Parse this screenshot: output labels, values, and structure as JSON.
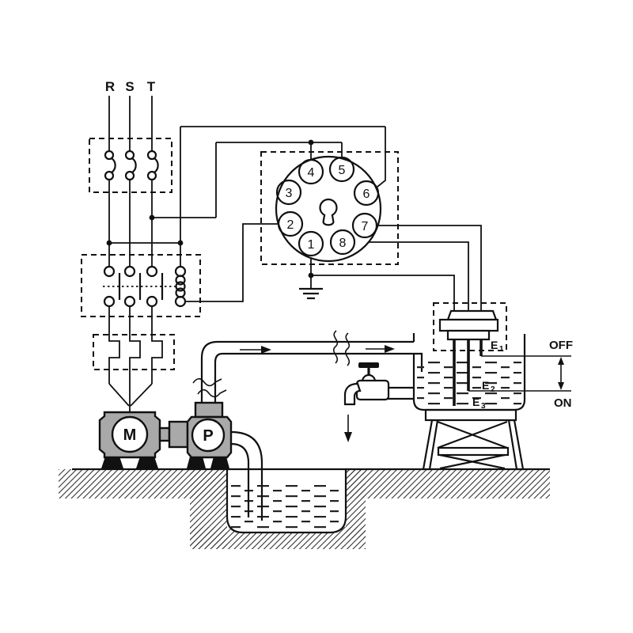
{
  "diagram": {
    "phases": {
      "r": "R",
      "s": "S",
      "t": "T"
    },
    "pins": {
      "p1": "1",
      "p2": "2",
      "p3": "3",
      "p4": "4",
      "p5": "5",
      "p6": "6",
      "p7": "7",
      "p8": "8"
    },
    "motor_label": "M",
    "pump_label": "P",
    "electrodes": {
      "e1": {
        "base": "E",
        "sub": "1"
      },
      "e2": {
        "base": "E",
        "sub": "2"
      },
      "e3": {
        "base": "E",
        "sub": "3"
      }
    },
    "levels": {
      "off": "OFF",
      "on": "ON"
    }
  }
}
